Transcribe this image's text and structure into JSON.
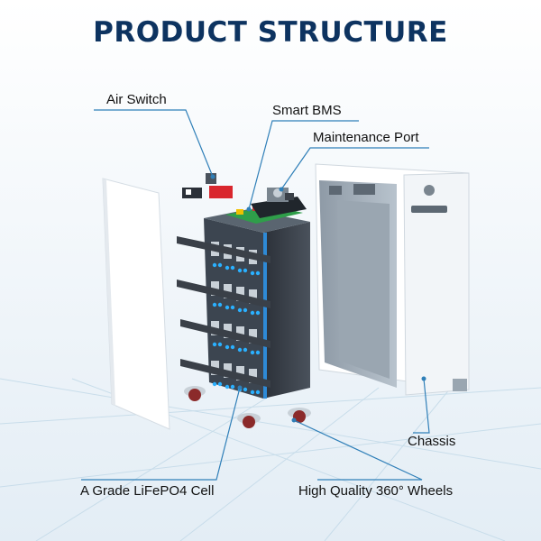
{
  "title": "PRODUCT STRUCTURE",
  "callouts": {
    "air_switch": "Air Switch",
    "smart_bms": "Smart BMS",
    "maintenance_port": "Maintenance Port",
    "chassis": "Chassis",
    "cell": "A Grade LiFePO4 Cell",
    "wheels": "High Quality 360° Wheels"
  },
  "colors": {
    "title": "#0d3360",
    "leader_line": "#2f7fb8",
    "cell_dot": "#2ab0ff",
    "module_side": "#3a4048",
    "chassis_panel": "#ffffff"
  }
}
